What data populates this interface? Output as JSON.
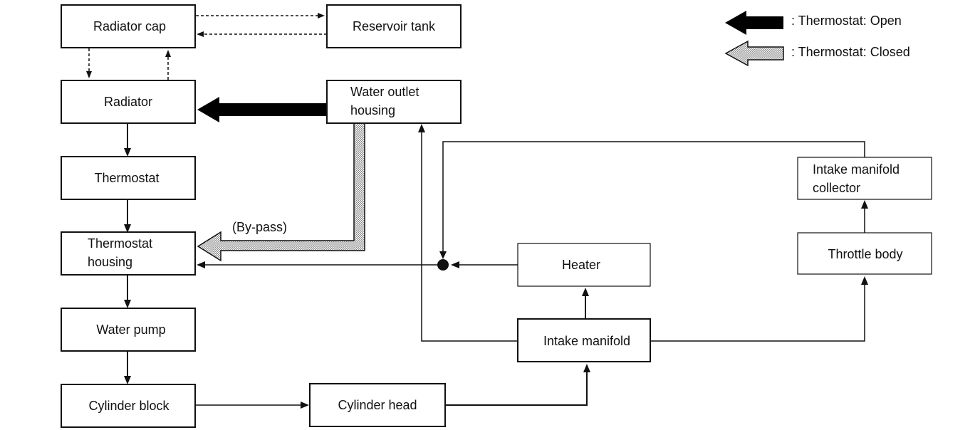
{
  "nodes": {
    "radiator_cap": [
      "Radiator cap"
    ],
    "reservoir_tank": [
      "Reservoir tank"
    ],
    "radiator": [
      "Radiator"
    ],
    "water_outlet_housing": [
      "Water outlet",
      "housing"
    ],
    "thermostat": [
      "Thermostat"
    ],
    "thermostat_housing": [
      "Thermostat",
      "housing"
    ],
    "water_pump": [
      "Water pump"
    ],
    "cylinder_block": [
      "Cylinder block"
    ],
    "cylinder_head": [
      "Cylinder head"
    ],
    "intake_manifold": [
      "Intake manifold"
    ],
    "heater": [
      "Heater"
    ],
    "throttle_body": [
      "Throttle body"
    ],
    "intake_manifold_collector": [
      "Intake manifold",
      "collector"
    ]
  },
  "labels": {
    "bypass": "(By-pass)"
  },
  "legend": {
    "open": ": Thermostat: Open",
    "closed": ": Thermostat: Closed"
  },
  "colors": {
    "line": "#111111",
    "box_fill": "#ffffff",
    "open_arrow": "#000000",
    "closed_arrow": "#9a9a9a"
  }
}
